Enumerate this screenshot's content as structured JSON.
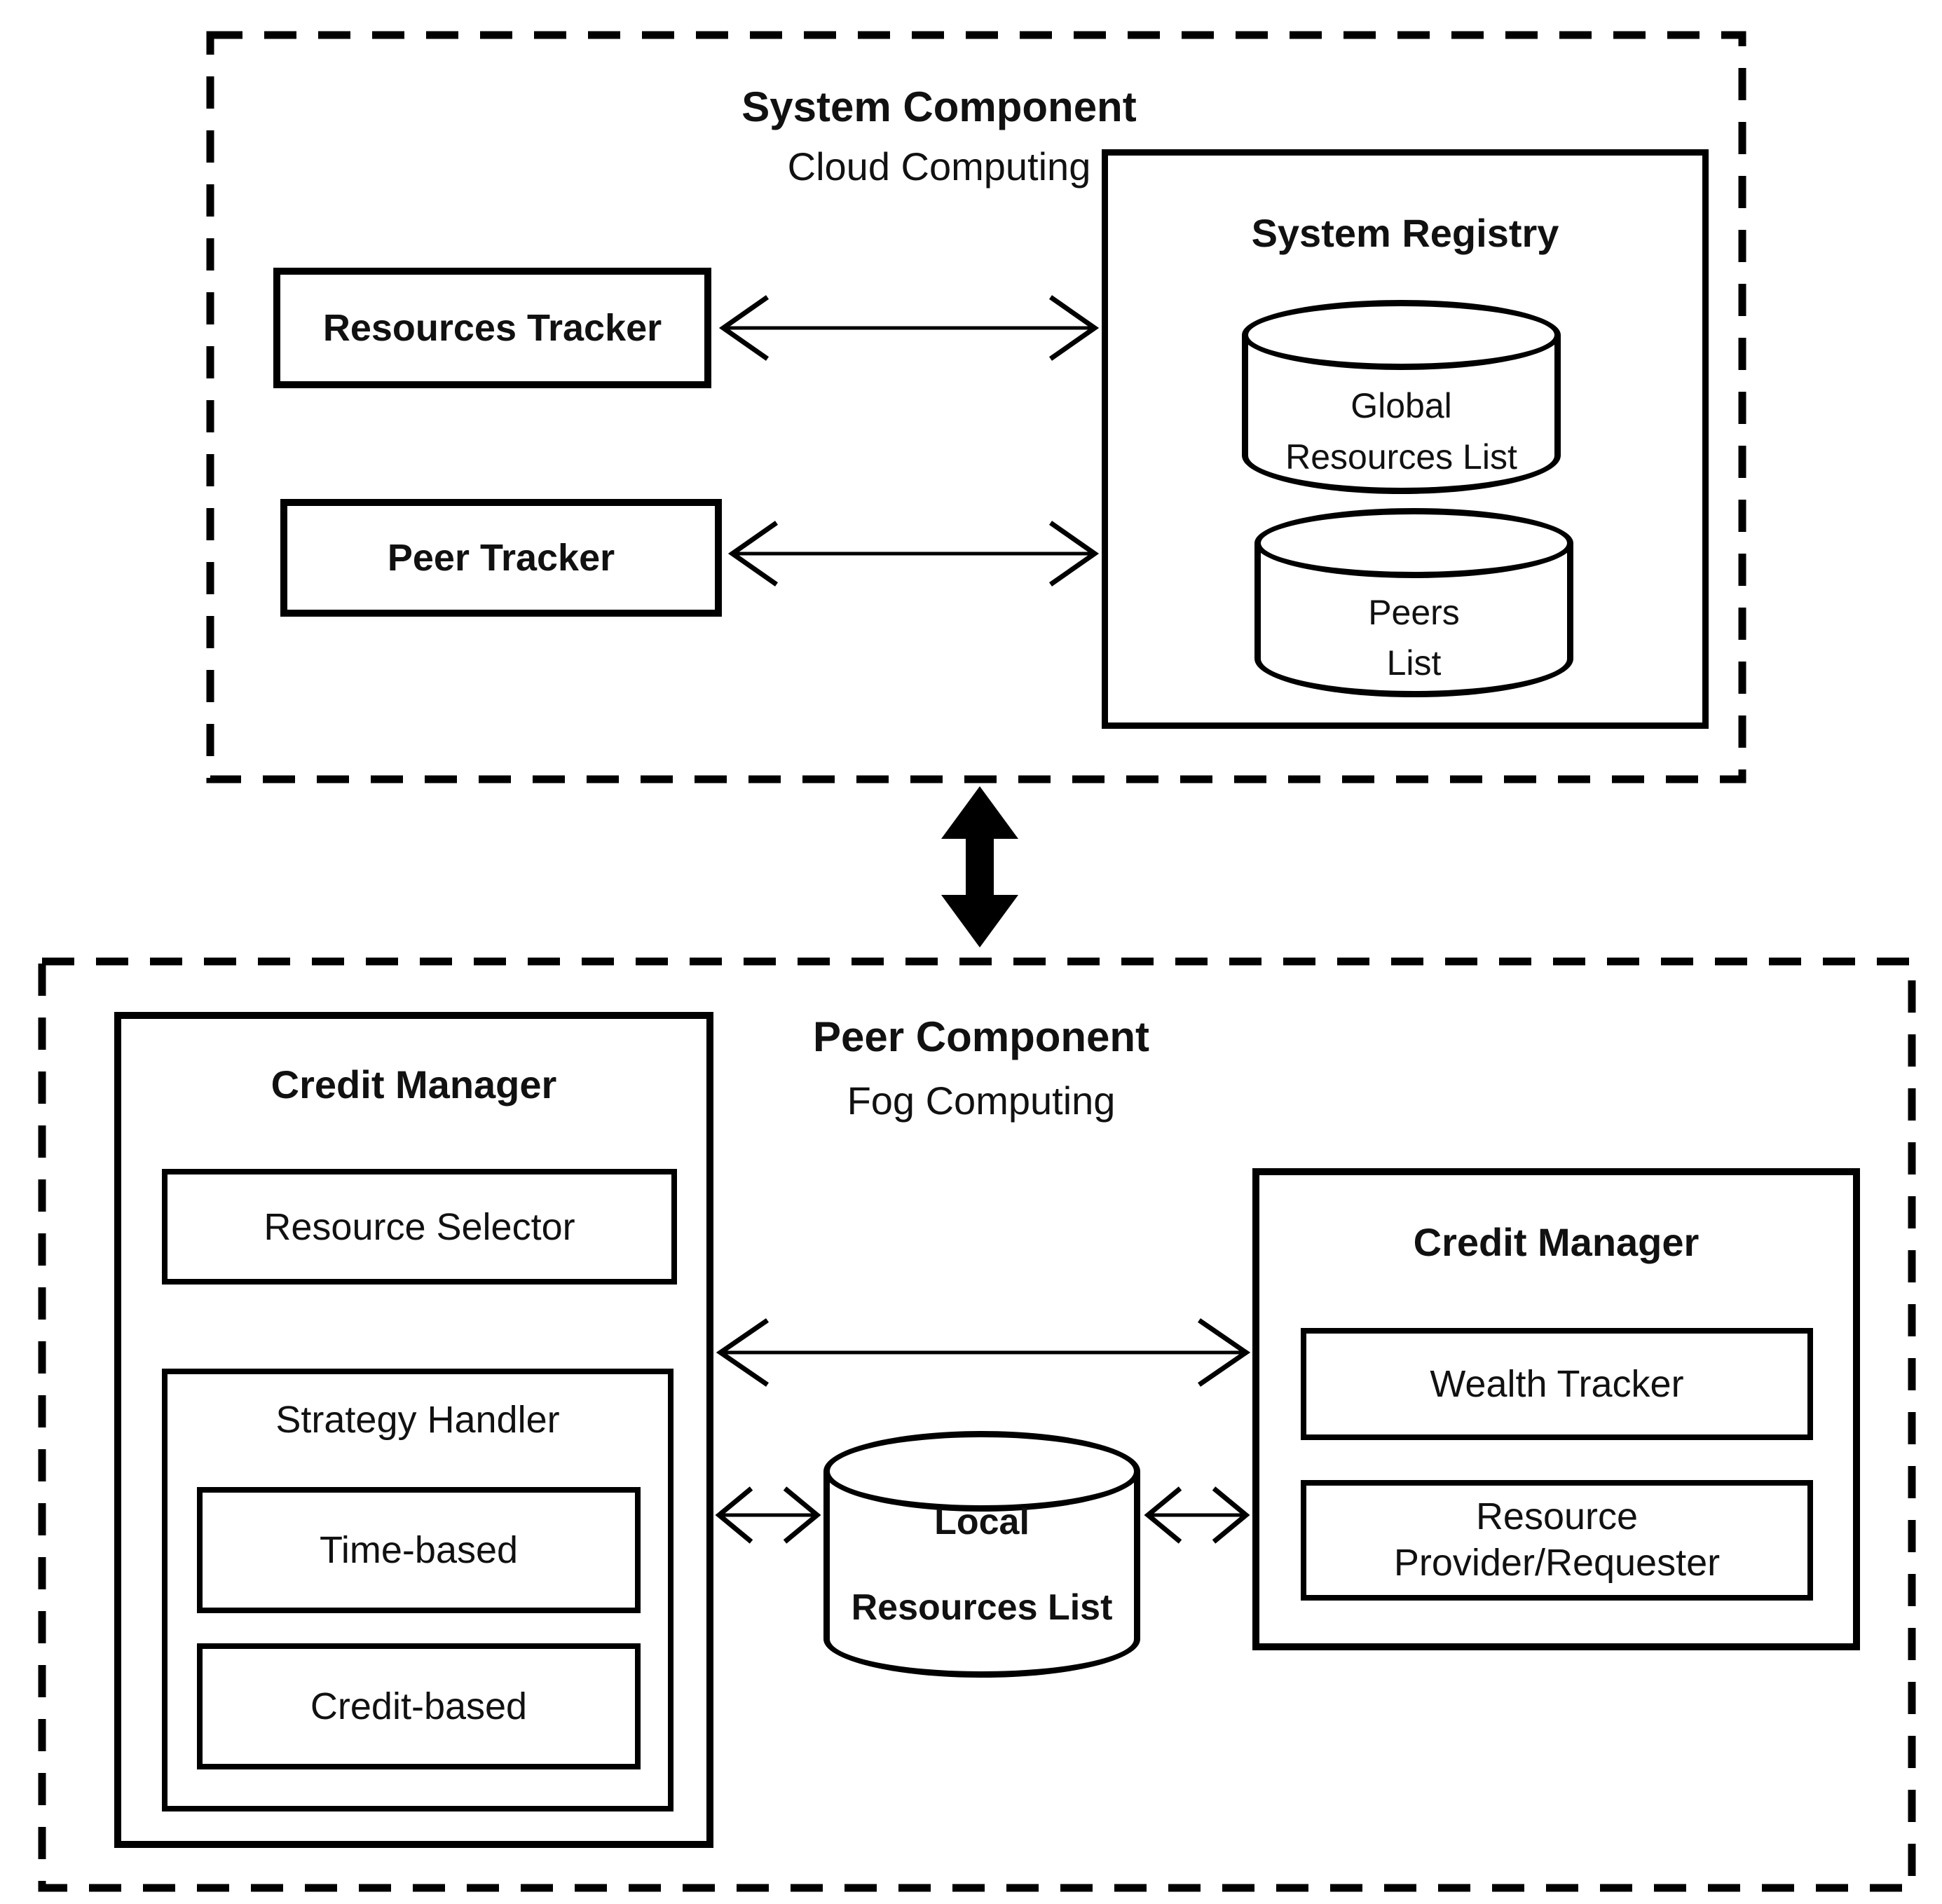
{
  "diagram": {
    "system_component": {
      "title": "System Component",
      "subtitle": "Cloud Computing",
      "resources_tracker_label": "Resources Tracker",
      "peer_tracker_label": "Peer Tracker",
      "system_registry": {
        "title": "System Registry",
        "global_resources_db": {
          "line1": "Global",
          "line2": "Resources List"
        },
        "peers_db": {
          "line1": "Peers",
          "line2": "List"
        }
      }
    },
    "peer_component": {
      "title": "Peer Component",
      "subtitle": "Fog Computing",
      "credit_manager_left": {
        "title": "Credit Manager",
        "resource_selector_label": "Resource Selector",
        "strategy_handler": {
          "title": "Strategy Handler",
          "time_based_label": "Time-based",
          "credit_based_label": "Credit-based"
        }
      },
      "local_resources_db": {
        "line1": "Local",
        "line2": "Resources List"
      },
      "credit_manager_right": {
        "title": "Credit Manager",
        "wealth_tracker_label": "Wealth Tracker",
        "resource_provider": {
          "line1": "Resource",
          "line2": "Provider/Requester"
        }
      }
    },
    "colors": {
      "line": "#000000",
      "background": "#ffffff",
      "text": "#111111"
    }
  }
}
